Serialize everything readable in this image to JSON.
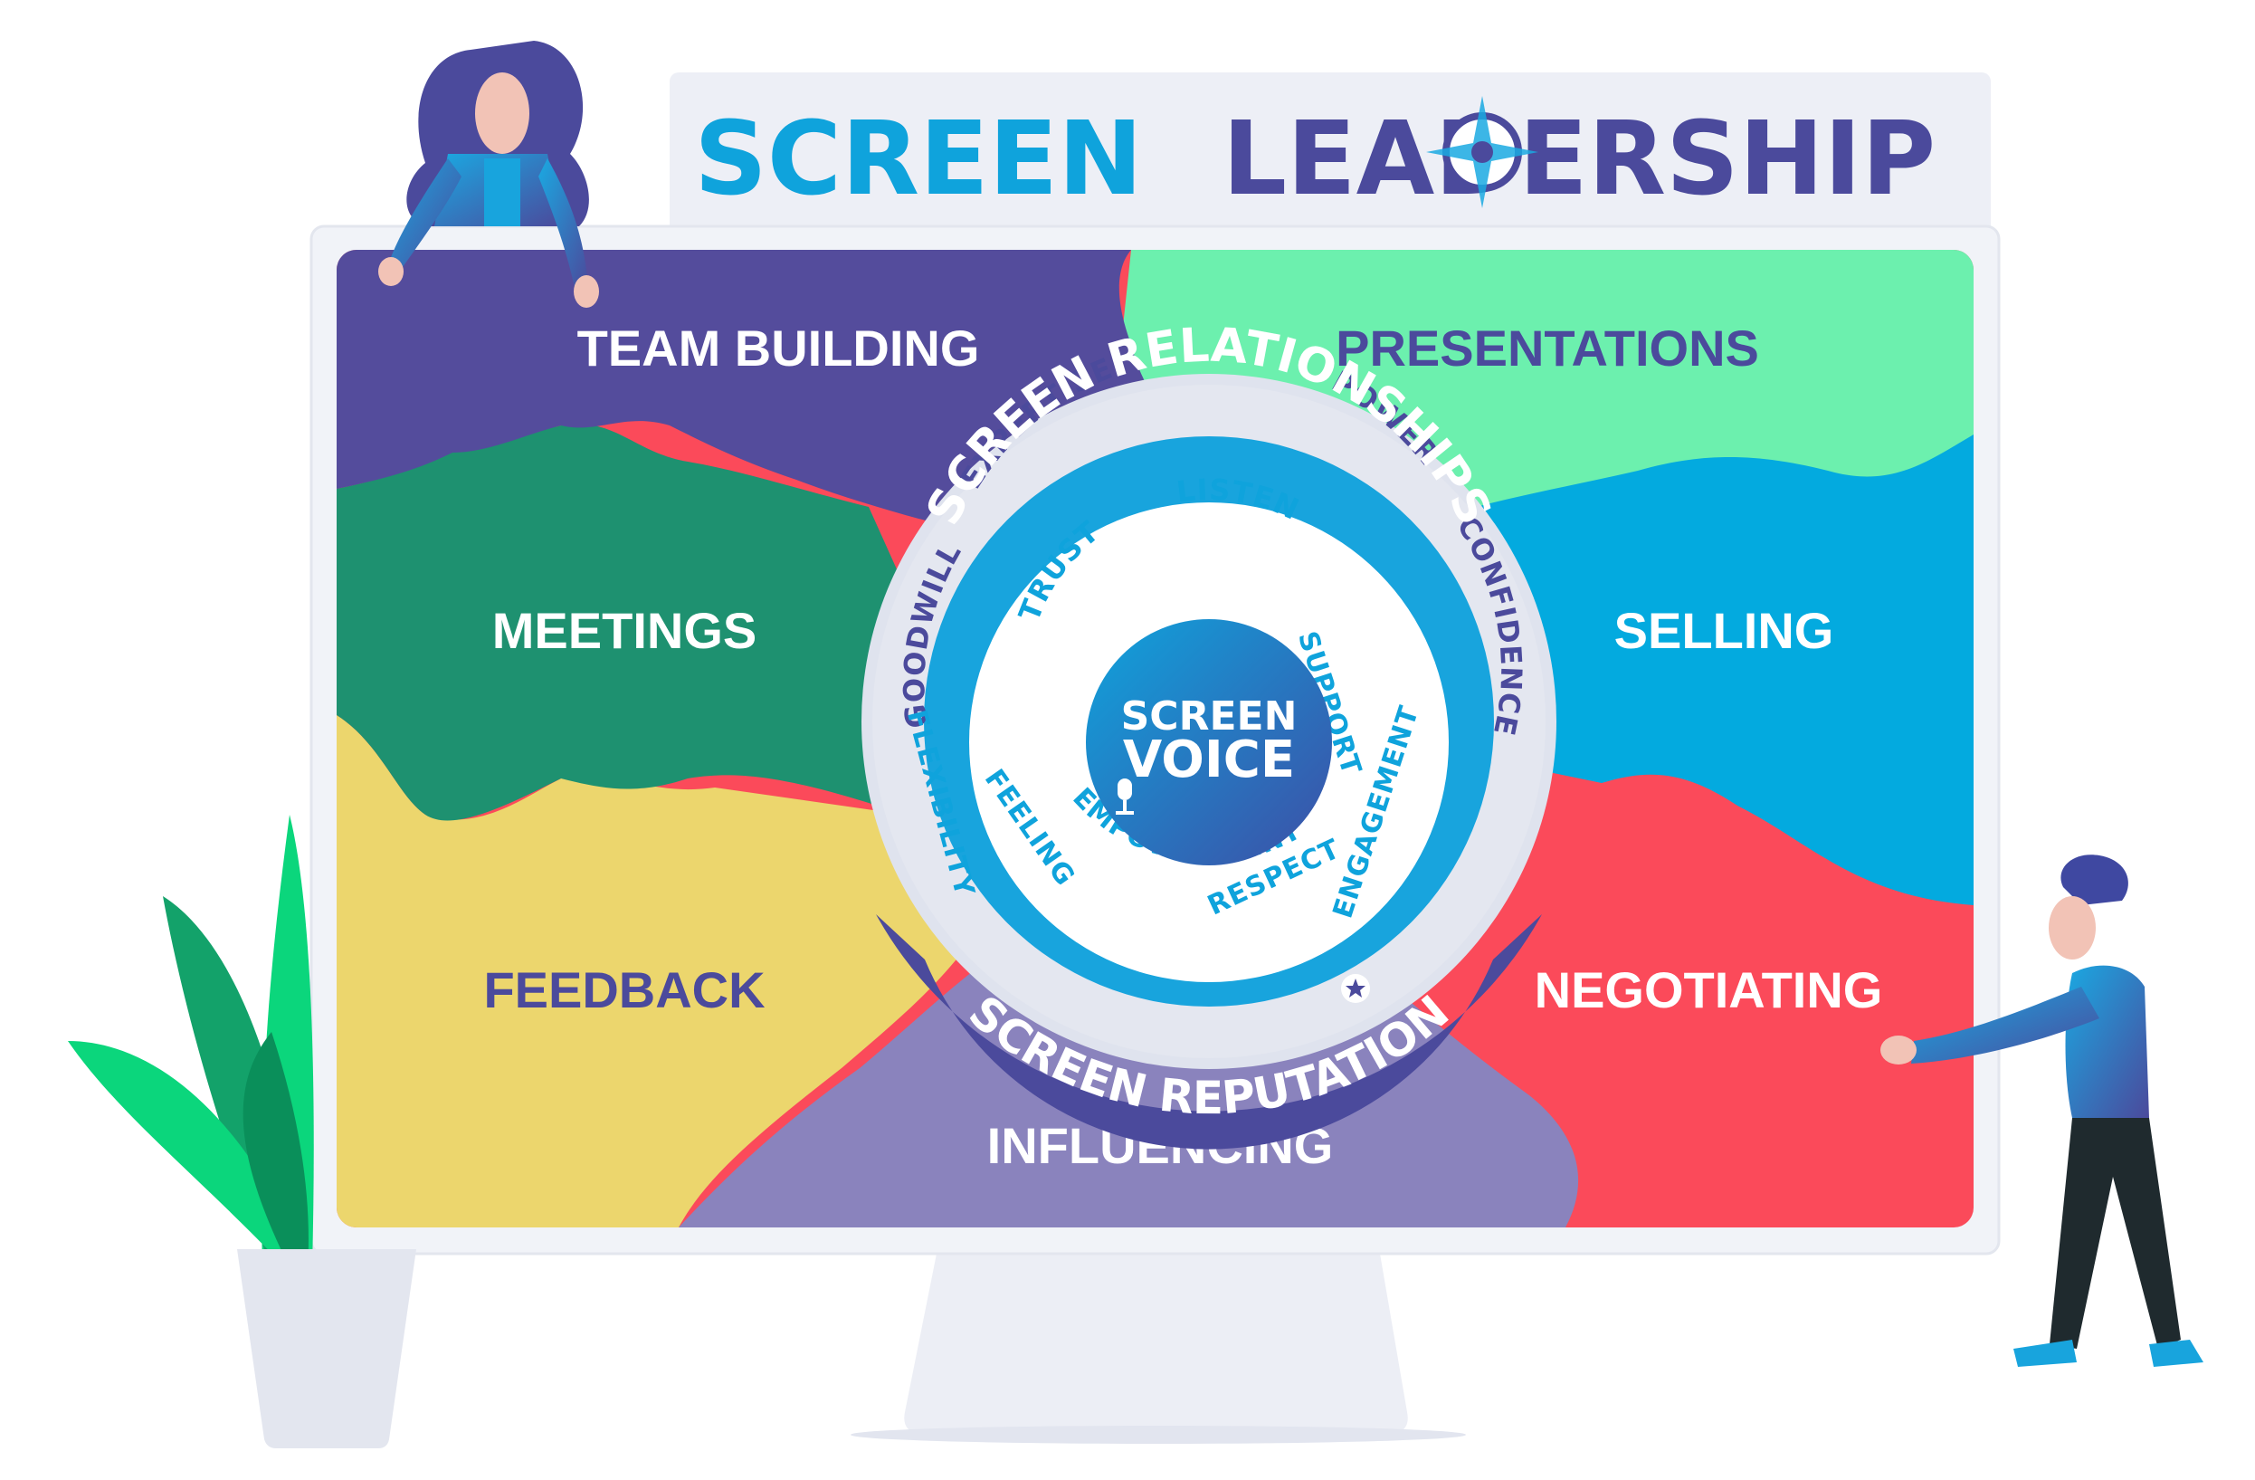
{
  "title": {
    "word1": "SCREEN",
    "word2": "LEADERSHIP",
    "color_light": "#0fa3dc",
    "color_dark": "#4b4a9c"
  },
  "regions": [
    {
      "key": "team-building",
      "label": "TEAM BUILDING",
      "color": "#544c9c",
      "text_color": "#ffffff"
    },
    {
      "key": "presentations",
      "label": "PRESENTATIONS",
      "color": "#6cf0ae",
      "text_color": "#4b4a9c"
    },
    {
      "key": "meetings",
      "label": "MEETINGS",
      "color": "#1e9170",
      "text_color": "#ffffff"
    },
    {
      "key": "selling",
      "label": "SELLING",
      "color": "#03aadf",
      "text_color": "#ffffff"
    },
    {
      "key": "feedback",
      "label": "FEEDBACK",
      "color": "#ecd66d",
      "text_color": "#4b4a9c"
    },
    {
      "key": "negotiating",
      "label": "NEGOTIATING",
      "color": "#fb4a5a",
      "text_color": "#ffffff"
    },
    {
      "key": "influencing",
      "label": "INFLUENCING",
      "color": "#8a83bd",
      "text_color": "#ffffff"
    }
  ],
  "outer_ring": {
    "words": [
      "EXPERTISE",
      "POWER",
      "CONFIDENCE",
      "GOODWILL"
    ],
    "color": "#4b4a9c"
  },
  "band_top": {
    "label": "SCREEN RELATIONSHIPS",
    "color": "#18a4dd"
  },
  "band_bottom": {
    "label": "SCREEN REPUTATION",
    "color": "#4b4a9c"
  },
  "inner_ring": {
    "words": [
      "LISTEN",
      "SUPPORT",
      "ENGAGEMENT",
      "RESPECT",
      "EMPOWERMENT",
      "FEELING",
      "FLEXIBILITY",
      "TRUST"
    ],
    "color": "#0fa3dc"
  },
  "center": {
    "line1": "SCREEN",
    "line2": "VOICE"
  },
  "icons": [
    "camera-icon",
    "compass-icon",
    "star-icon",
    "microphone-icon"
  ]
}
